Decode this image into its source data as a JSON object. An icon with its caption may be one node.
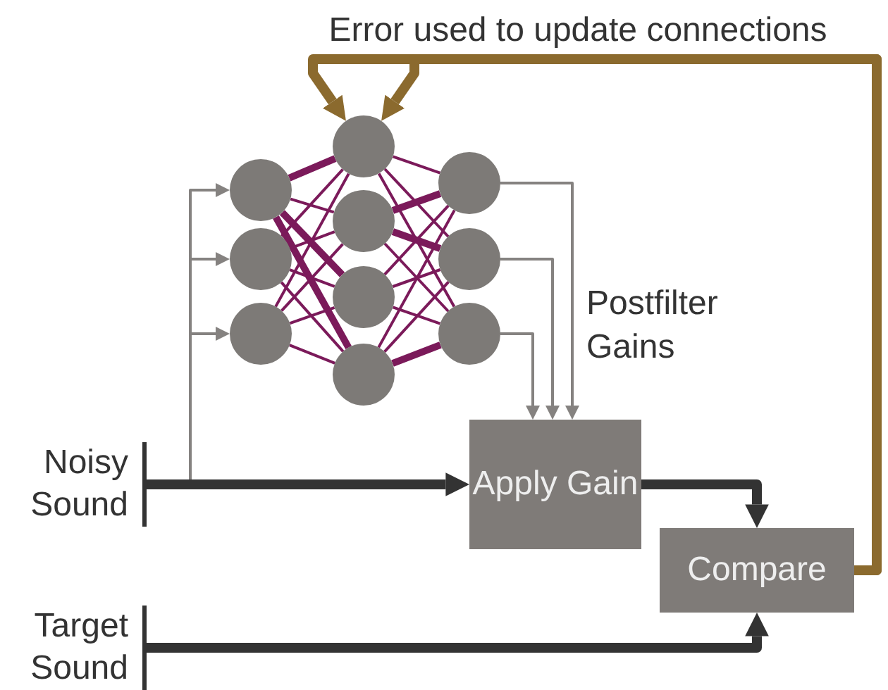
{
  "diagram": {
    "nodes": [
      {
        "text": [],
        "shape": "circle"
      },
      {
        "text": [],
        "shape": "circle"
      },
      {
        "text": [],
        "shape": "circle"
      },
      {
        "text": [],
        "shape": "circle"
      },
      {
        "text": [],
        "shape": "circle"
      },
      {
        "text": [],
        "shape": "circle"
      },
      {
        "text": [],
        "shape": "circle"
      },
      {
        "text": [],
        "shape": "circle"
      },
      {
        "text": [],
        "shape": "circle"
      },
      {
        "text": [],
        "shape": "circle"
      },
      {
        "text": [
          "Noisy Sound"
        ]
      },
      {
        "text": [
          "Apply Gain"
        ]
      },
      {
        "text": [
          "Compare"
        ]
      },
      {
        "text": [
          "Target Sound"
        ]
      }
    ],
    "edges": [
      {
        "from": 0,
        "to": 3,
        "arrow": "none",
        "style": "thick"
      },
      {
        "from": 0,
        "to": 4,
        "arrow": "none"
      },
      {
        "from": 0,
        "to": 5,
        "arrow": "none",
        "style": "thick"
      },
      {
        "from": 0,
        "to": 6,
        "arrow": "none",
        "style": "thick"
      },
      {
        "from": 1,
        "to": 3,
        "arrow": "none"
      },
      {
        "from": 1,
        "to": 4,
        "arrow": "none"
      },
      {
        "from": 1,
        "to": 5,
        "arrow": "none"
      },
      {
        "from": 1,
        "to": 6,
        "arrow": "none"
      },
      {
        "from": 2,
        "to": 3,
        "arrow": "none"
      },
      {
        "from": 2,
        "to": 4,
        "arrow": "none"
      },
      {
        "from": 2,
        "to": 5,
        "arrow": "none"
      },
      {
        "from": 2,
        "to": 6,
        "arrow": "none"
      },
      {
        "from": 3,
        "to": 7,
        "arrow": "none"
      },
      {
        "from": 3,
        "to": 8,
        "arrow": "none"
      },
      {
        "from": 3,
        "to": 9,
        "arrow": "none"
      },
      {
        "from": 4,
        "to": 7,
        "arrow": "none",
        "style": "thick"
      },
      {
        "from": 4,
        "to": 8,
        "arrow": "none",
        "style": "thick"
      },
      {
        "from": 4,
        "to": 9,
        "arrow": "none"
      },
      {
        "from": 5,
        "to": 7,
        "arrow": "none"
      },
      {
        "from": 5,
        "to": 8,
        "arrow": "none"
      },
      {
        "from": 5,
        "to": 9,
        "arrow": "none"
      },
      {
        "from": 6,
        "to": 7,
        "arrow": "none"
      },
      {
        "from": 6,
        "to": 8,
        "arrow": "none"
      },
      {
        "from": 6,
        "to": 9,
        "arrow": "none",
        "style": "thick"
      },
      {
        "from": 10,
        "to": 0,
        "arrow": "to",
        "color": "#858280"
      },
      {
        "from": 10,
        "to": 1,
        "arrow": "to",
        "color": "#858280"
      },
      {
        "from": 10,
        "to": 2,
        "arrow": "to",
        "color": "#858280"
      },
      {
        "from": 7,
        "to": 11,
        "arrow": "to",
        "color": "#858280"
      },
      {
        "from": 8,
        "to": 11,
        "arrow": "to",
        "color": "#858280"
      },
      {
        "from": 9,
        "to": 11,
        "arrow": "to",
        "color": "#858280"
      },
      {
        "from": 10,
        "to": 11,
        "arrow": "to",
        "style": "thick",
        "color": "#333333"
      },
      {
        "from": 11,
        "to": 12,
        "arrow": "to",
        "style": "thick",
        "color": "#333333"
      },
      {
        "from": 13,
        "to": 12,
        "arrow": "to",
        "style": "thick",
        "color": "#333333"
      },
      {
        "from": 12,
        "to": 3,
        "arrow": "to",
        "style": "thick",
        "color": "#8b6a2e",
        "label": "Error used to update connections"
      },
      {
        "from": 12,
        "to": 3,
        "arrow": "to",
        "style": "thick",
        "color": "#8b6a2e"
      }
    ],
    "labels": [
      "Postfilter Gains"
    ]
  }
}
